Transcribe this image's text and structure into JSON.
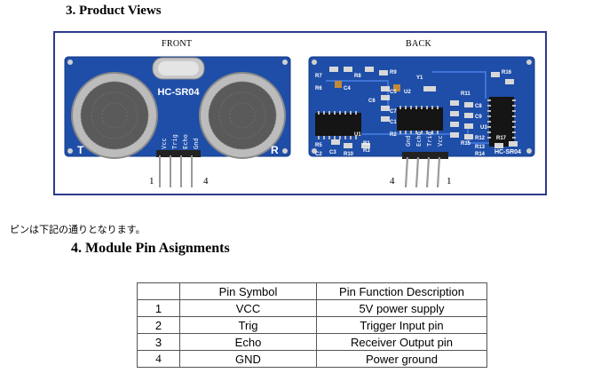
{
  "section3": {
    "title": "3. Product Views"
  },
  "views": {
    "front_label": "FRONT",
    "back_label": "BACK",
    "front_pin_left": "1",
    "front_pin_right": "4",
    "back_pin_left": "4",
    "back_pin_right": "1",
    "front_board": {
      "model": "HC-SR04",
      "left_letter": "T",
      "right_letter": "R",
      "pins": [
        "Vcc",
        "Trig",
        "Echo",
        "Gnd"
      ]
    },
    "back_board": {
      "model": "HC-SR04",
      "pins": [
        "Gnd",
        "Echo",
        "Trig",
        "Vcc"
      ],
      "components": [
        "R7",
        "R6",
        "C4",
        "R8",
        "R9",
        "Y1",
        "R16",
        "C5",
        "U2",
        "C6",
        "R11",
        "C8",
        "C9",
        "C7",
        "C1",
        "U3",
        "R12",
        "R13",
        "R14",
        "U1",
        "R2",
        "R1",
        "R3",
        "R5",
        "C3",
        "C2",
        "R10",
        "R15",
        "R17"
      ]
    },
    "colors": {
      "pcb": "#1f4ea8",
      "frame": "#2e3a8c"
    }
  },
  "note": "ピンは下記の通りとなります。",
  "section4": {
    "title": "4. Module Pin Asignments"
  },
  "pin_table": {
    "headers": [
      "",
      "Pin Symbol",
      "Pin Function Description"
    ],
    "rows": [
      [
        "1",
        "VCC",
        "5V power supply"
      ],
      [
        "2",
        "Trig",
        "Trigger Input pin"
      ],
      [
        "3",
        "Echo",
        "Receiver Output pin"
      ],
      [
        "4",
        "GND",
        "Power ground"
      ]
    ]
  }
}
